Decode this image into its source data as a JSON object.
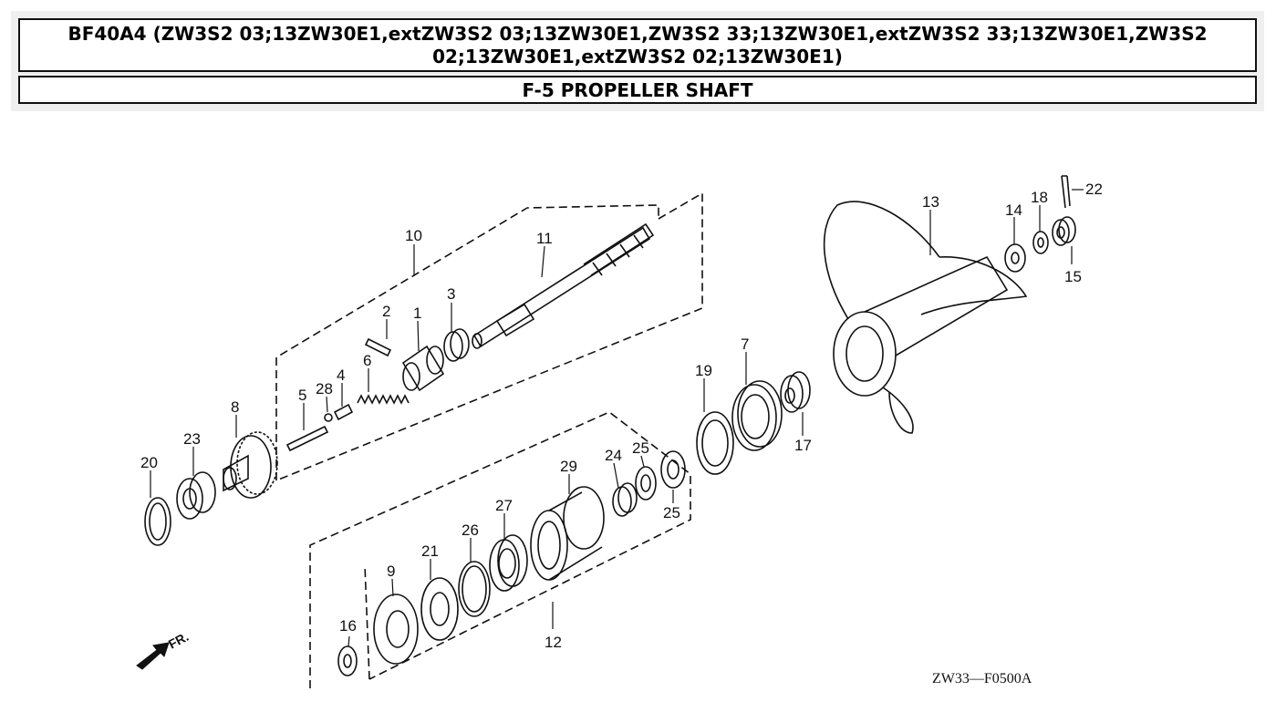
{
  "header": {
    "title": "BF40A4 (ZW3S2 03;13ZW30E1,extZW3S2 03;13ZW30E1,ZW3S2 33;13ZW30E1,extZW3S2 33;13ZW30E1,ZW3S2 02;13ZW30E1,extZW3S2 02;13ZW30E1)",
    "section": "F-5 PROPELLER SHAFT"
  },
  "diagram": {
    "callouts": {
      "c1": "1",
      "c2": "2",
      "c3": "3",
      "c4": "4",
      "c5": "5",
      "c6": "6",
      "c7": "7",
      "c8": "8",
      "c9": "9",
      "c10": "10",
      "c11": "11",
      "c12": "12",
      "c13": "13",
      "c14": "14",
      "c15": "15",
      "c16": "16",
      "c17": "17",
      "c18": "18",
      "c19": "19",
      "c20": "20",
      "c21": "21",
      "c22": "22",
      "c23": "23",
      "c24": "24",
      "c25a": "25",
      "c25b": "25",
      "c26": "26",
      "c27": "27",
      "c28": "28",
      "c29": "29"
    },
    "front_marker": "FR.",
    "figure_code": "ZW33—F0500A"
  }
}
